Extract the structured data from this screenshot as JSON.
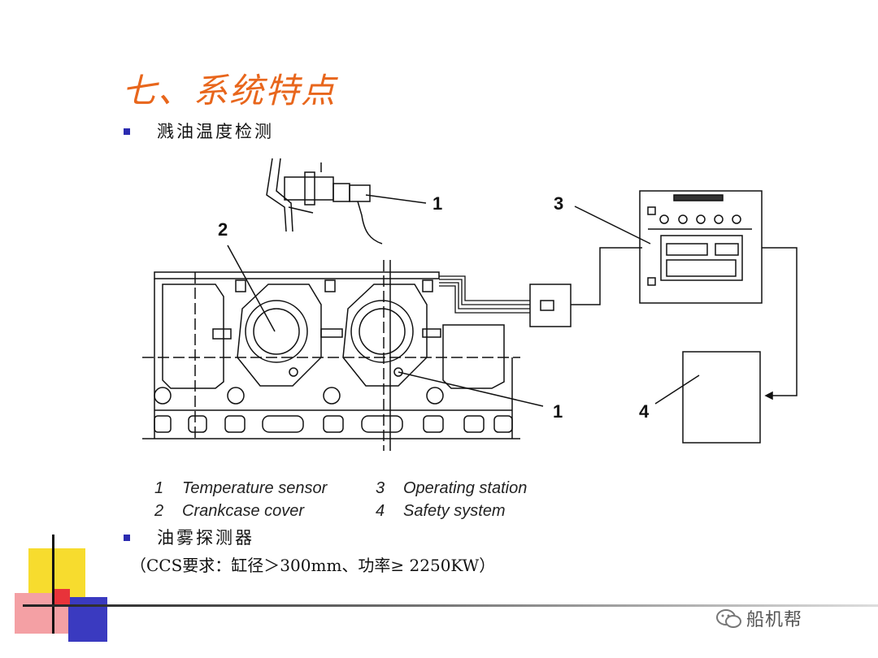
{
  "title": "七、系统特点",
  "bullets": [
    {
      "text": "溅油温度检测"
    },
    {
      "text": "油雾探测器"
    }
  ],
  "requirement": "（CCS要求：缸径＞300mm、功率≥ 2250KW）",
  "diagram": {
    "callouts": [
      "1",
      "2",
      "3",
      "1",
      "4"
    ],
    "legend": [
      {
        "num": "1",
        "label": "Temperature sensor"
      },
      {
        "num": "3",
        "label": "Operating station"
      },
      {
        "num": "2",
        "label": "Crankcase cover"
      },
      {
        "num": "4",
        "label": "Safety system"
      }
    ]
  },
  "watermark": "船机帮",
  "colors": {
    "title": "#E8661C",
    "bullet": "#2B2BB0",
    "deco_yellow": "#F5D300",
    "deco_blue": "#2B2BB0",
    "deco_red": "#E8333A"
  }
}
